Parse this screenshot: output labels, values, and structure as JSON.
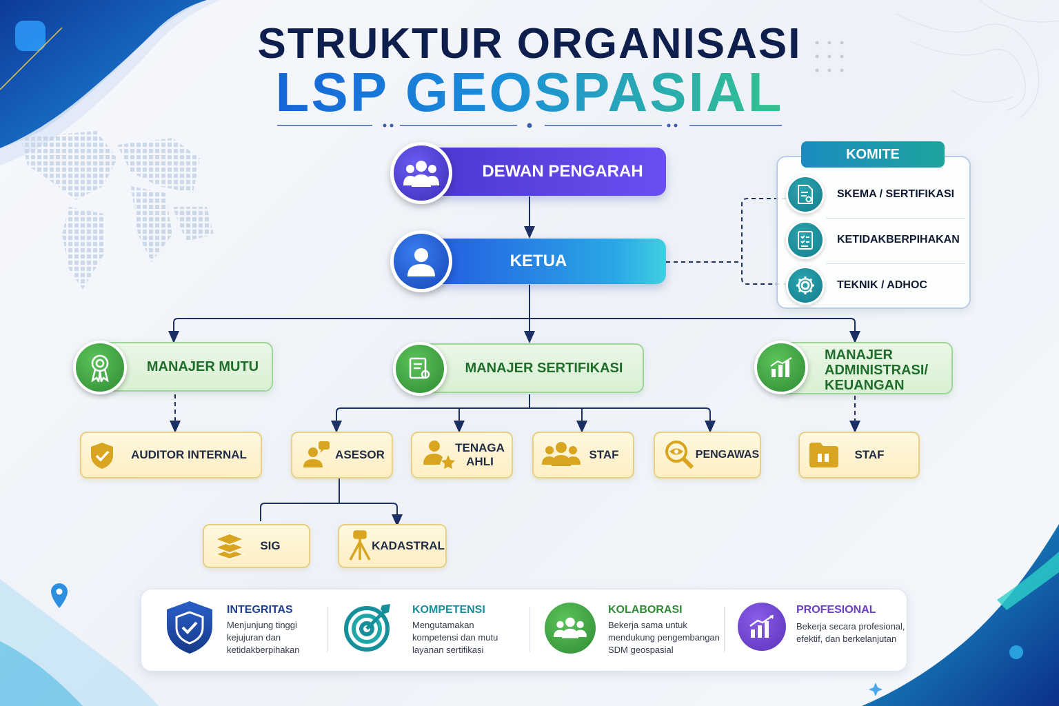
{
  "header": {
    "title_line1": "STRUKTUR ORGANISASI",
    "title_line2": "LSP GEOSPASIAL"
  },
  "nodes": {
    "dewan_pengarah": "DEWAN PENGARAH",
    "ketua": "KETUA",
    "manajer_mutu": "MANAJER MUTU",
    "manajer_sertifikasi": "MANAJER SERTIFIKASI",
    "manajer_admin_line1": "MANAJER",
    "manajer_admin_line2": "ADMINISTRASI/",
    "manajer_admin_line3": "KEUANGAN",
    "auditor_internal": "AUDITOR INTERNAL",
    "asesor": "ASESOR",
    "tenaga_ahli_line1": "TENAGA",
    "tenaga_ahli_line2": "AHLI",
    "staf_sertifikasi": "STAF",
    "pengawas": "PENGAWAS",
    "staf_admin": "STAF",
    "sig": "SIG",
    "kadastral": "KADASTRAL"
  },
  "komite": {
    "title": "KOMITE",
    "items": [
      {
        "label": "SKEMA / SERTIFIKASI",
        "icon": "document-certificate-icon"
      },
      {
        "label": "KETIDAKBERPIHAKAN",
        "icon": "checklist-icon"
      },
      {
        "label": "TEKNIK / ADHOC",
        "icon": "gear-icon"
      }
    ]
  },
  "values": [
    {
      "title": "INTEGRITAS",
      "desc": [
        "Menjunjung tinggi",
        "kejujuran dan",
        "ketidakberpihakan"
      ],
      "color": "#1c3f8f",
      "icon": "shield-check-icon"
    },
    {
      "title": "KOMPETENSI",
      "desc": [
        "Mengutamakan",
        "kompetensi dan mutu",
        "layanan sertifikasi"
      ],
      "color": "#168f9a",
      "icon": "target-icon"
    },
    {
      "title": "KOLABORASI",
      "desc": [
        "Bekerja sama untuk",
        "mendukung pengembangan",
        "SDM geospasial"
      ],
      "color": "#2e8b34",
      "icon": "group-icon"
    },
    {
      "title": "PROFESIONAL",
      "desc": [
        "Bekerja secara profesional,",
        "efektif, dan berkelanjutan"
      ],
      "color": "#6a3fc4",
      "icon": "chart-growth-icon"
    }
  ],
  "colors": {
    "navy": "#0f1f4d",
    "purple": "#5b3fd6",
    "blue": "#1f6fe0",
    "green": "#2e8b34",
    "gold": "#d9a520",
    "teal": "#168f9a"
  }
}
